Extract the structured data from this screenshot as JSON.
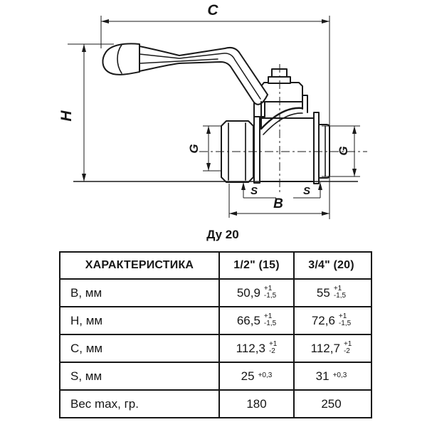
{
  "drawing": {
    "caption": "Ду 20",
    "labels": {
      "c": "C",
      "h": "H",
      "g_left": "G",
      "g_right": "G",
      "s_left": "S",
      "s_right": "S",
      "b": "B"
    }
  },
  "table": {
    "header": [
      "ХАРАКТЕРИСТИКА",
      "1/2\" (15)",
      "3/4\" (20)"
    ],
    "rows": [
      {
        "label": "B, мм",
        "col1": {
          "value": "50,9",
          "tol_top": "+1",
          "tol_bottom": "-1,5"
        },
        "col2": {
          "value": "55",
          "tol_top": "+1",
          "tol_bottom": "-1,5"
        }
      },
      {
        "label": "H, мм",
        "col1": {
          "value": "66,5",
          "tol_top": "+1",
          "tol_bottom": "-1,5"
        },
        "col2": {
          "value": "72,6",
          "tol_top": "+1",
          "tol_bottom": "-1,5"
        }
      },
      {
        "label": "C, мм",
        "col1": {
          "value": "112,3",
          "tol_top": "+1",
          "tol_bottom": "-2"
        },
        "col2": {
          "value": "112,7",
          "tol_top": "+1",
          "tol_bottom": "-2"
        }
      },
      {
        "label": "S, мм",
        "col1": {
          "value": "25",
          "tol_top": "+0,3",
          "tol_bottom": ""
        },
        "col2": {
          "value": "31",
          "tol_top": "+0,3",
          "tol_bottom": ""
        }
      },
      {
        "label": "Вес max, гр.",
        "col1": {
          "value": "180",
          "tol_top": "",
          "tol_bottom": ""
        },
        "col2": {
          "value": "250",
          "tol_top": "",
          "tol_bottom": ""
        }
      }
    ]
  },
  "colors": {
    "line": "#1a1a1a",
    "text": "#161616",
    "background": "#ffffff"
  }
}
